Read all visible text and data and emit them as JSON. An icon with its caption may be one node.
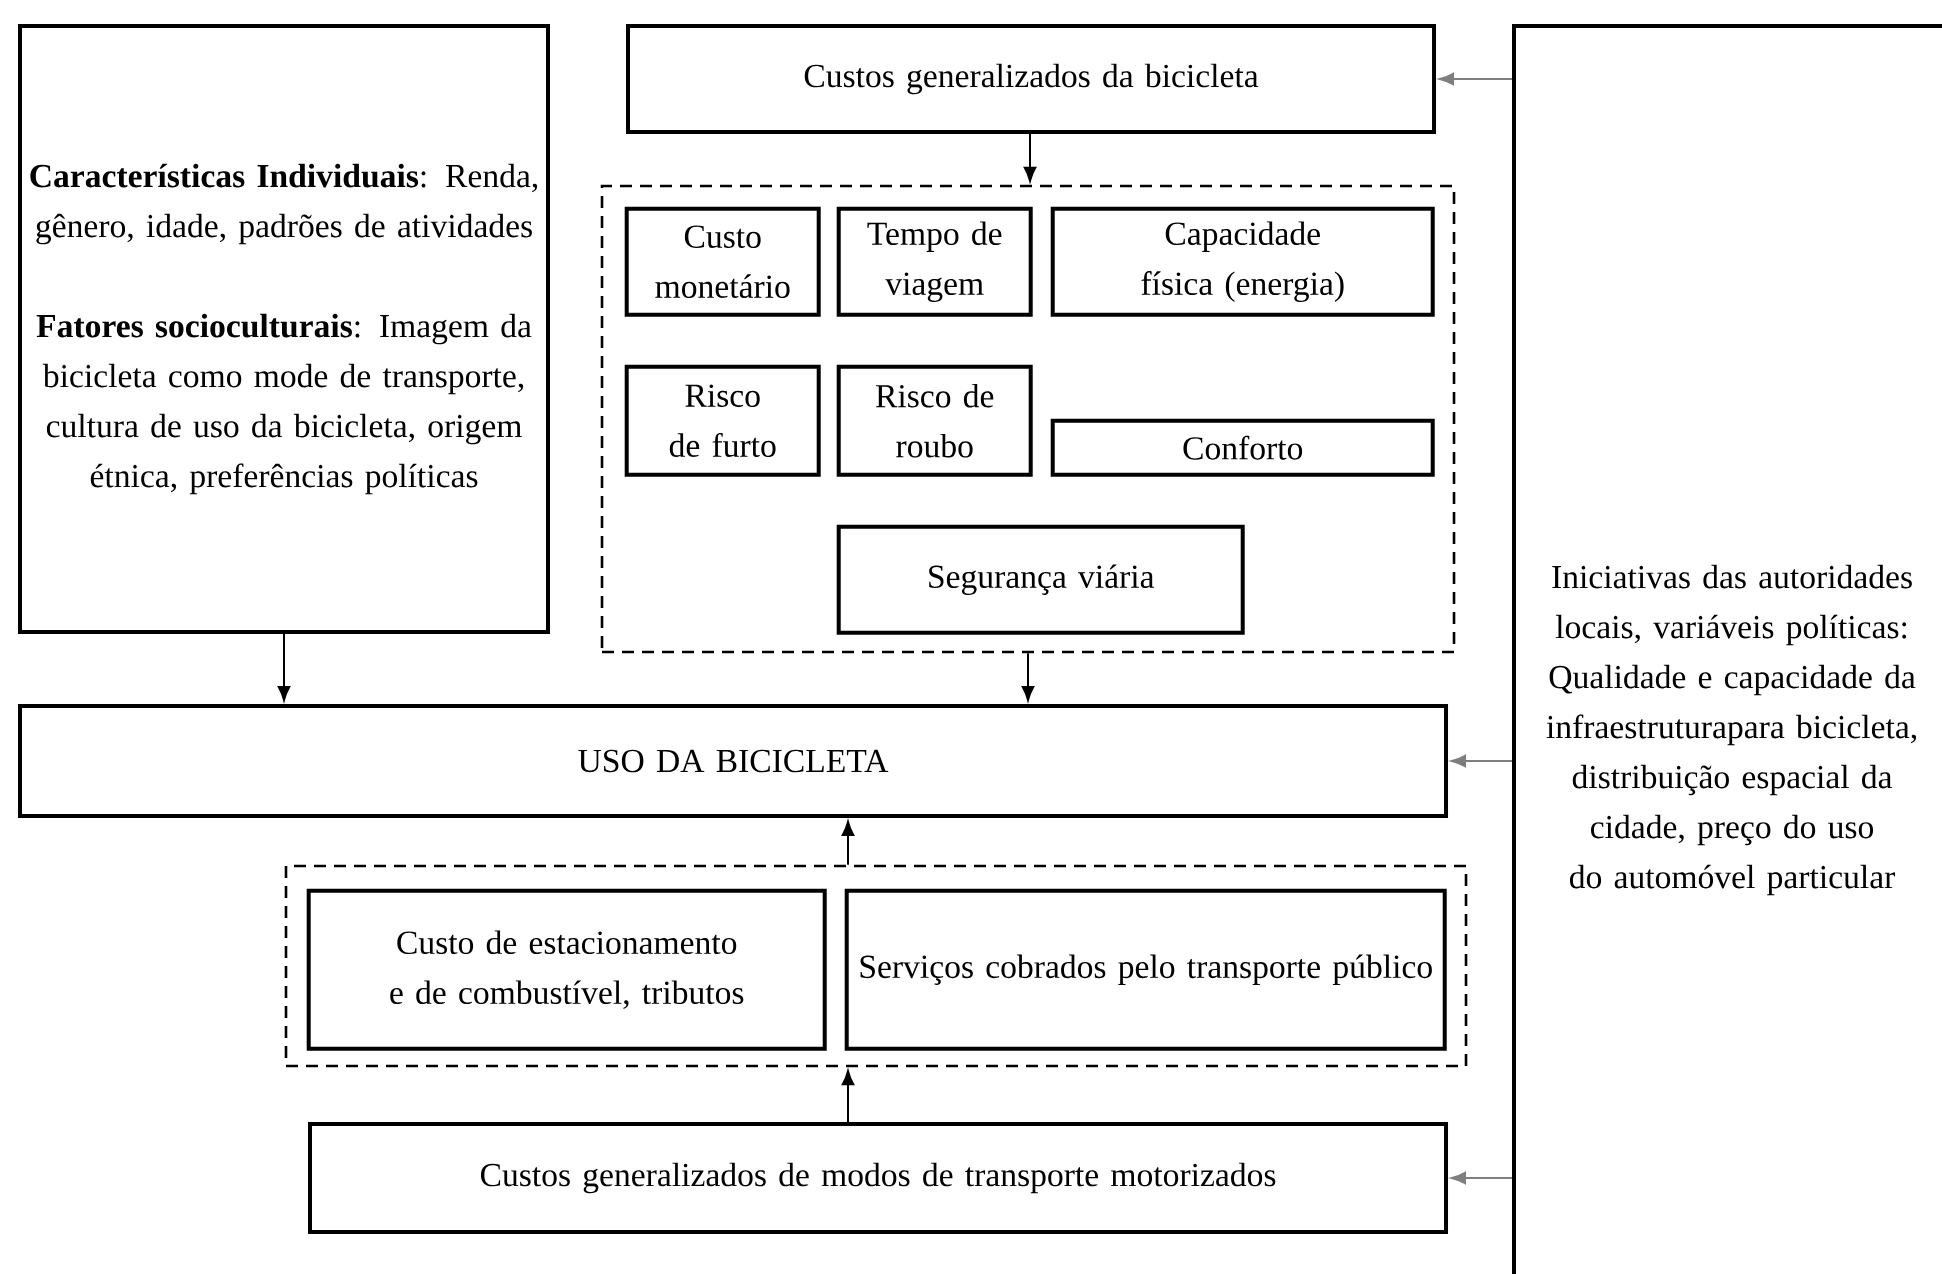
{
  "diagram": {
    "nodes": [
      {
        "text": [
          "**Características Individuais**: Renda, gênero, idade, padrões de atividades",
          "**Fatores socioculturais**: Imagem da bicicleta como mode de transporte, cultura de uso da bicicleta, origem étnica, preferências políticas"
        ]
      },
      {
        "text": [
          "Custos generalizados da bicicleta"
        ]
      },
      {
        "text": [],
        "shape": "box"
      },
      {
        "text": [
          "Custo monetário"
        ],
        "in": 2
      },
      {
        "text": [
          "Tempo de viagem"
        ],
        "in": 2
      },
      {
        "text": [
          "Capacidade física (energia)"
        ],
        "in": 2
      },
      {
        "text": [
          "Risco de furto"
        ],
        "in": 2
      },
      {
        "text": [
          "Risco de roubo"
        ],
        "in": 2
      },
      {
        "text": [
          "Conforto"
        ],
        "in": 2
      },
      {
        "text": [
          "Segurança viária"
        ],
        "in": 2
      },
      {
        "text": [
          "USO DA BICICLETA"
        ]
      },
      {
        "text": [],
        "shape": "box"
      },
      {
        "text": [
          "Custo de estacionamento e de combustível, tributos"
        ],
        "in": 11
      },
      {
        "text": [
          "Serviços cobrados pelo transporte público"
        ],
        "in": 11
      },
      {
        "text": [
          "Custos generalizados de modos de transporte motorizados"
        ]
      },
      {
        "text": [
          "Iniciativas das autoridades locais, variáveis políticas: Qualidade e capacidade da infraestruturapara bicicleta, distribuição espacial da cidade, preço do uso do automóvel particular"
        ]
      }
    ],
    "edges": [
      {
        "from": 15,
        "to": 1,
        "arrow": "to",
        "color": "#7f7f7f"
      },
      {
        "from": 1,
        "to": 2,
        "arrow": "to"
      },
      {
        "from": 0,
        "to": 10,
        "arrow": "to"
      },
      {
        "from": 2,
        "to": 10,
        "arrow": "to"
      },
      {
        "from": 11,
        "to": 10,
        "arrow": "to"
      },
      {
        "from": 14,
        "to": 11,
        "arrow": "to"
      },
      {
        "from": 15,
        "to": 10,
        "arrow": "to",
        "color": "#7f7f7f"
      },
      {
        "from": 15,
        "to": 14,
        "arrow": "to",
        "color": "#7f7f7f"
      }
    ]
  }
}
